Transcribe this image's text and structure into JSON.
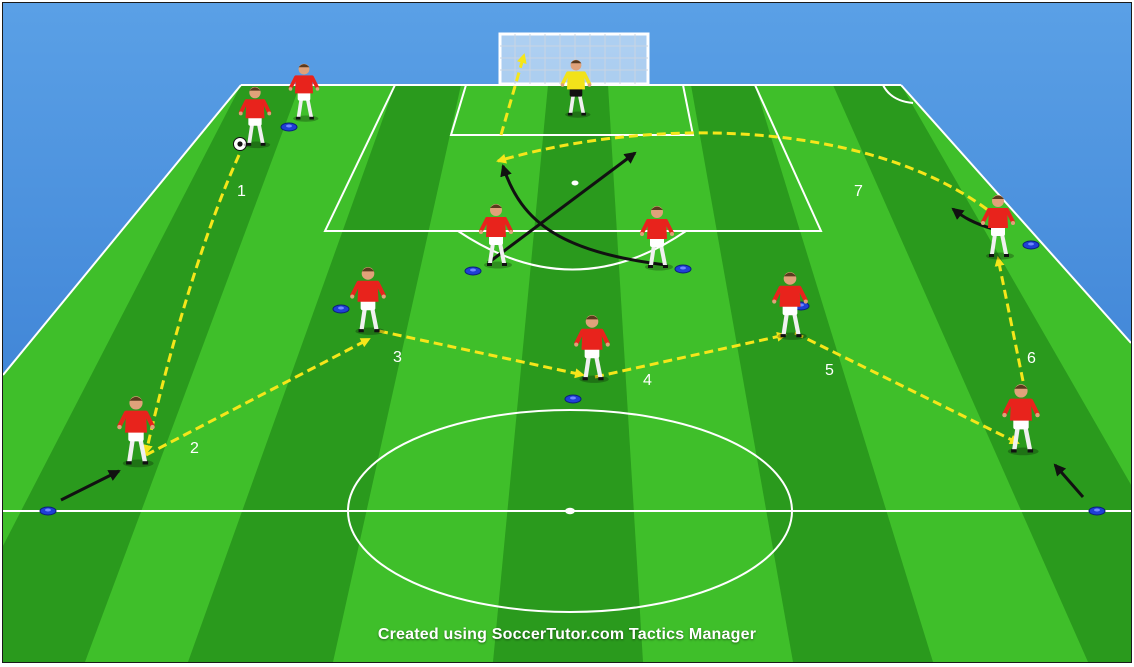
{
  "footer": {
    "credit": "Created using SoccerTutor.com Tactics Manager"
  },
  "pass_labels": [
    "1",
    "2",
    "3",
    "4",
    "5",
    "6",
    "7"
  ],
  "colors": {
    "sky_top": "#5aa0e6",
    "sky_bottom": "#2f73cc",
    "grass_light": "#3fbf2a",
    "grass_dark": "#2a9a1d",
    "lines": "#ffffff",
    "pass_arrow": "#f5e61a",
    "movement_arrow": "#111111",
    "cone": "#1f3fd6",
    "player_shirt": "#e8231c",
    "goalkeeper_shirt": "#f2e21a"
  },
  "icons": {
    "player": "player-figure-icon",
    "goalkeeper": "goalkeeper-figure-icon",
    "cone": "cone-icon",
    "ball": "football-icon",
    "goal": "goal-icon"
  }
}
